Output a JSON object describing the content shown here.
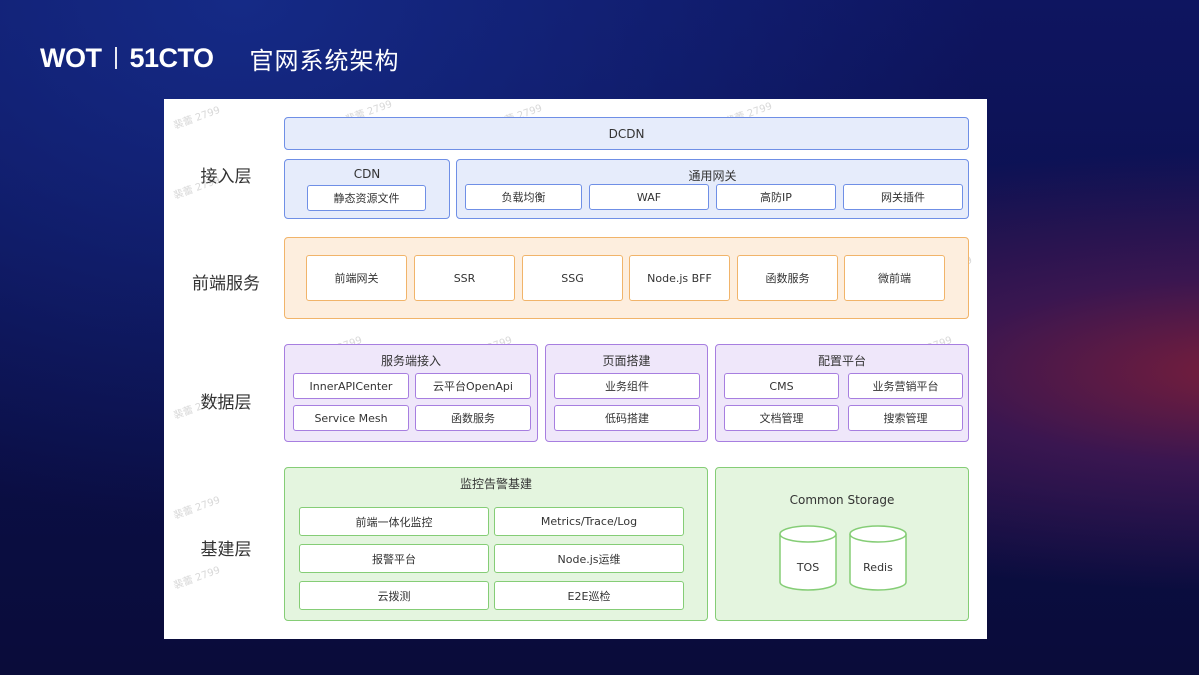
{
  "header": {
    "logo_left": "WOT",
    "logo_right": "51CTO",
    "title": "官网系统架构"
  },
  "layers": [
    "接入层",
    "前端服务",
    "数据层",
    "基建层"
  ],
  "access": {
    "dcdn": "DCDN",
    "cdn": {
      "title": "CDN",
      "items": [
        "静态资源文件"
      ]
    },
    "gateway": {
      "title": "通用网关",
      "items": [
        "负载均衡",
        "WAF",
        "高防IP",
        "网关插件"
      ]
    }
  },
  "frontend": {
    "items": [
      "前端网关",
      "SSR",
      "SSG",
      "Node.js BFF",
      "函数服务",
      "微前端"
    ]
  },
  "data": {
    "server_access": {
      "title": "服务端接入",
      "items": [
        "InnerAPICenter",
        "云平台OpenApi",
        "Service Mesh",
        "函数服务"
      ]
    },
    "page_build": {
      "title": "页面搭建",
      "items": [
        "业务组件",
        "低码搭建"
      ]
    },
    "config": {
      "title": "配置平台",
      "items": [
        "CMS",
        "业务营销平台",
        "文档管理",
        "搜索管理"
      ]
    }
  },
  "infra": {
    "monitor": {
      "title": "监控告警基建",
      "items": [
        "前端一体化监控",
        "Metrics/Trace/Log",
        "报警平台",
        "Node.js运维",
        "云拨测",
        "E2E巡检"
      ]
    },
    "storage": {
      "title": "Common Storage",
      "items": [
        "TOS",
        "Redis"
      ]
    }
  },
  "watermark": "裴蕾 2799",
  "colors": {
    "blue": "#6f8fe6",
    "orange": "#f1b46a",
    "purple": "#a77ee0",
    "green": "#85cd76"
  }
}
